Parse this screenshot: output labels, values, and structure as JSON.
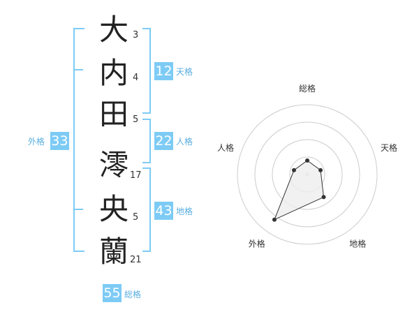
{
  "name": {
    "chars": [
      {
        "char": "大",
        "strokes": "3"
      },
      {
        "char": "内",
        "strokes": "4"
      },
      {
        "char": "田",
        "strokes": "5"
      },
      {
        "char": "澪",
        "strokes": "17"
      },
      {
        "char": "央",
        "strokes": "5"
      },
      {
        "char": "蘭",
        "strokes": "21"
      }
    ]
  },
  "kakusu": {
    "tenkaku": {
      "value": "12",
      "label": "天格"
    },
    "jinkaku": {
      "value": "22",
      "label": "人格"
    },
    "chikaku": {
      "value": "43",
      "label": "地格"
    },
    "gaikaku": {
      "value": "33",
      "label": "外格"
    },
    "soukaku": {
      "value": "55",
      "label": "総格"
    }
  },
  "chart_data": {
    "type": "radar",
    "axes": [
      "総格",
      "天格",
      "地格",
      "外格",
      "人格"
    ],
    "values": [
      0.2,
      0.2,
      0.4,
      0.8,
      0.2
    ],
    "range": [
      0,
      1
    ],
    "rings": 4,
    "colors": {
      "stroke": "#333333",
      "fill": "#eeeeee",
      "grid": "#cccccc"
    }
  }
}
